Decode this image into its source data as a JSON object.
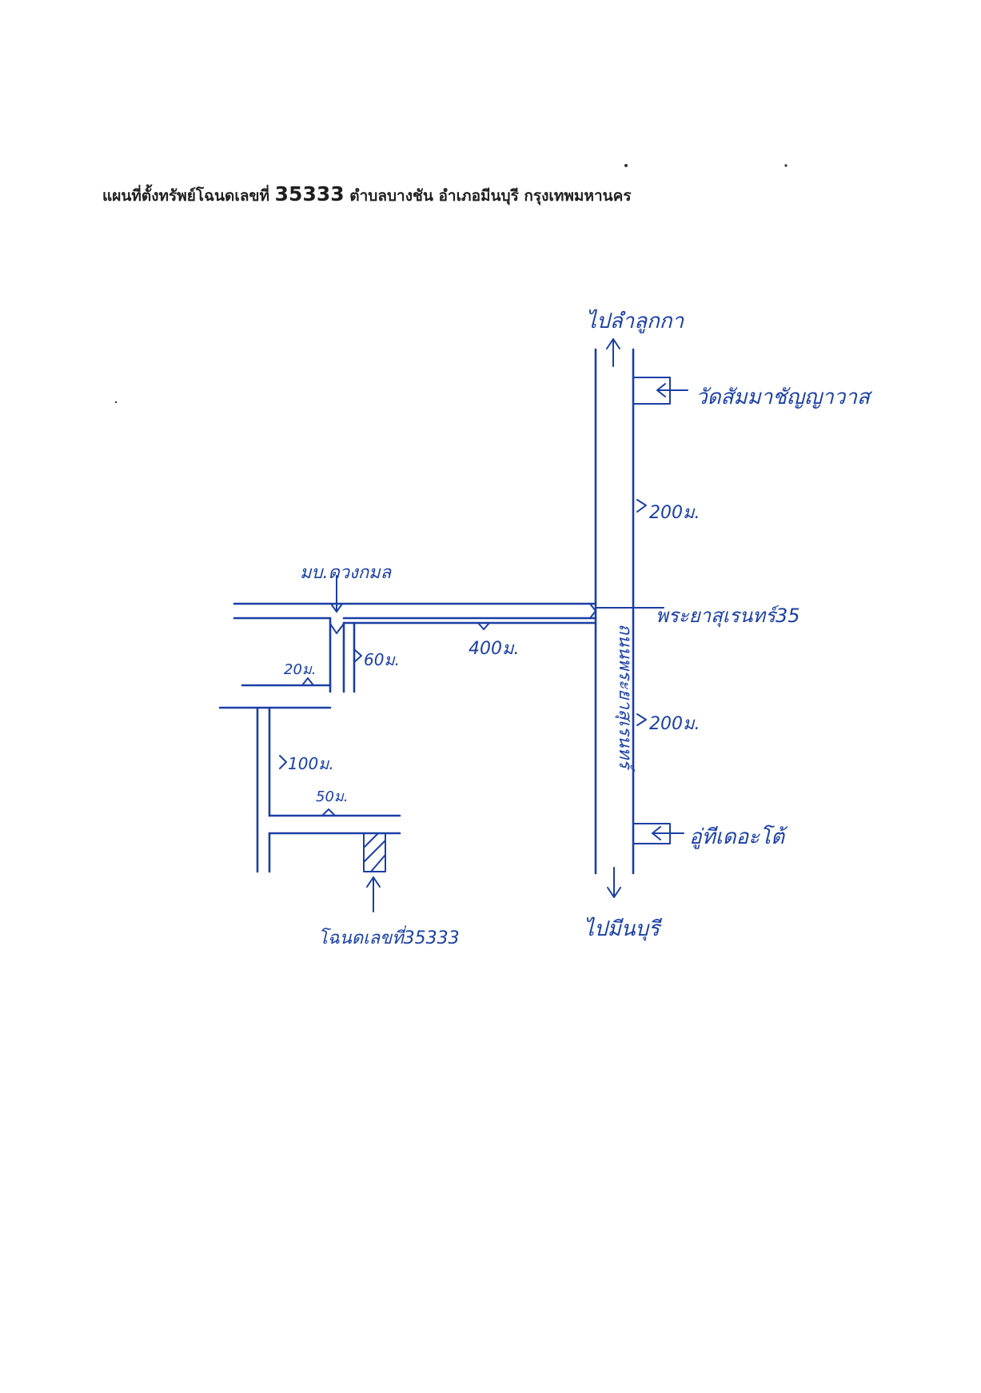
{
  "title": {
    "prefix": "แผนที่ตั้งทรัพย์โฉนดเลขที่",
    "deed_number": "35333",
    "location": "ตำบลบางชัน อำเภอมีนบุรี กรุงเทพมหานคร"
  },
  "labels": {
    "to_north": "ไปลำลูกกา",
    "to_south": "ไปมีนบุรี",
    "temple": "วัดสัมมาชัญญาวาส",
    "soi": "พระยาสุเรนทร์35",
    "garage": "อู่ทีเดอะโต้",
    "main_road": "ถนนพระยาสุเรนทร์",
    "village": "มบ.ดวงกมล",
    "deed": "โฉนดเลขที่35333"
  },
  "distances": {
    "temple_to_soi": "200ม.",
    "soi_to_garage": "200ม.",
    "soi_length": "400ม.",
    "branch_a": "60ม.",
    "branch_b": "20ม.",
    "branch_c": "100ม.",
    "branch_d": "50ม."
  },
  "colors": {
    "ink": "#1b3fa6",
    "title": "#1f1f1f"
  },
  "icons": {
    "north_arrow": "arrow-up-icon",
    "south_arrow": "arrow-down-icon",
    "plot_marker": "hatched-plot-icon"
  }
}
